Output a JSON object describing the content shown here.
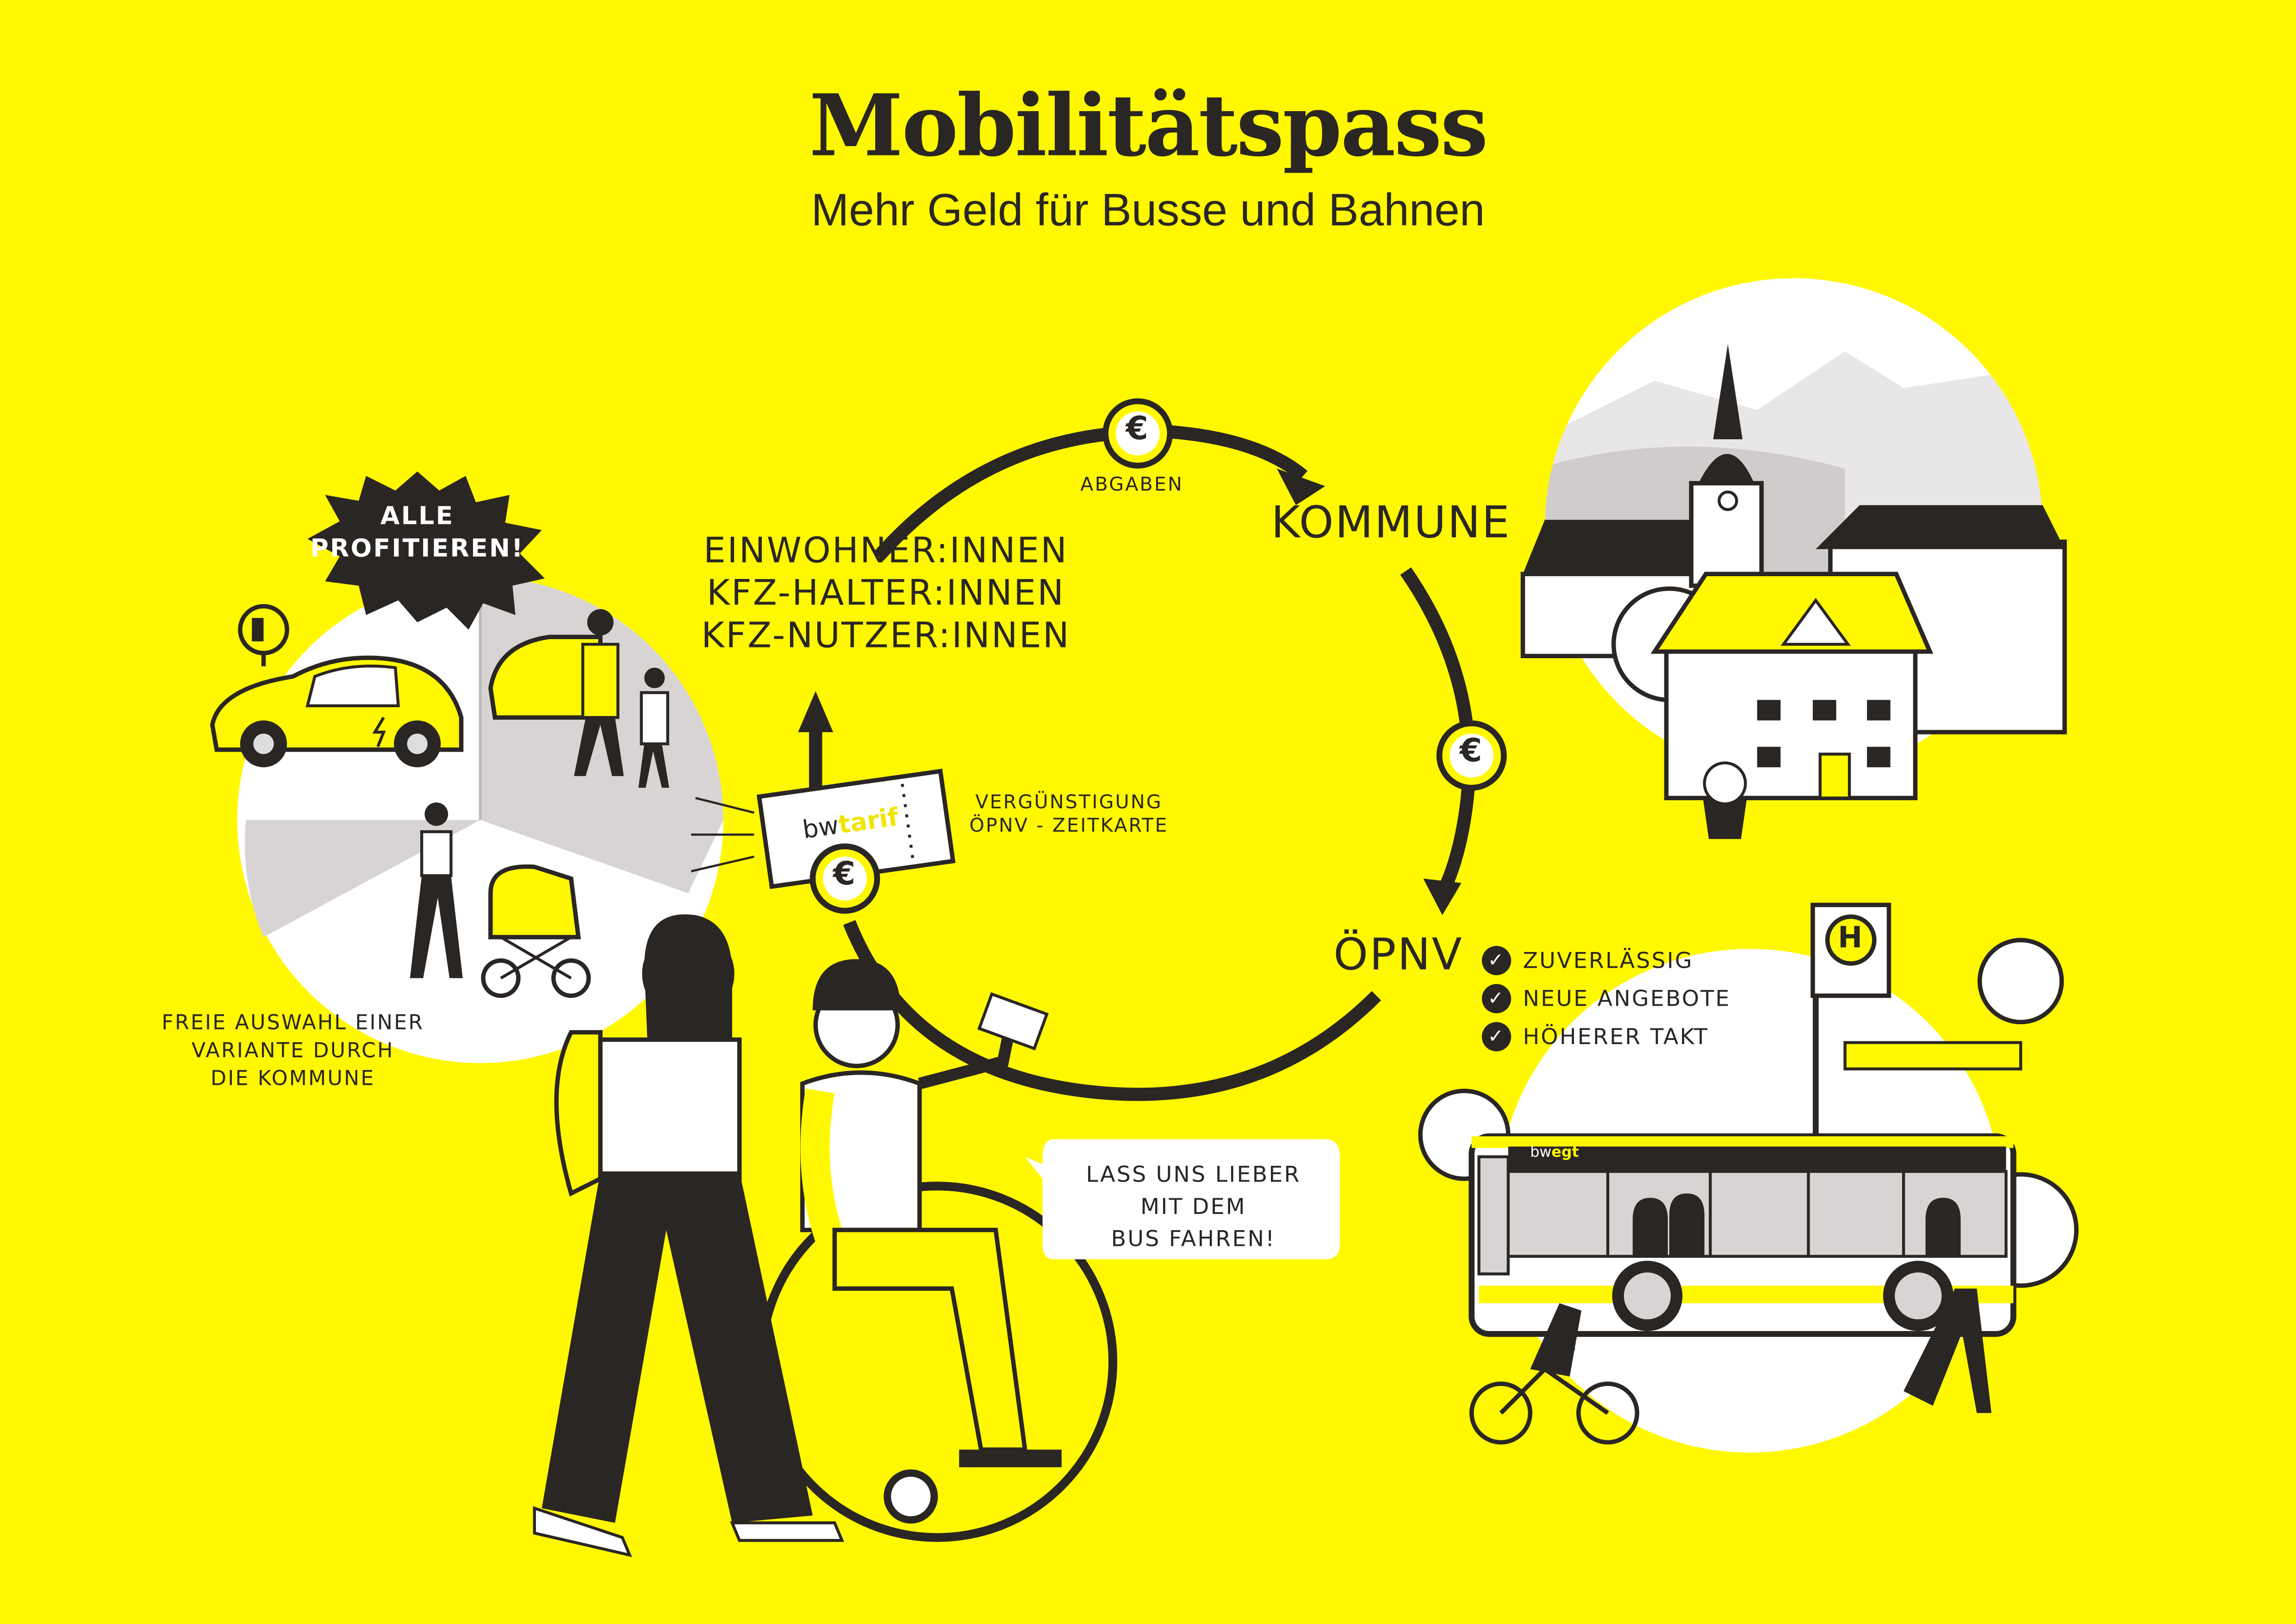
{
  "header": {
    "title": "Mobilitätspass",
    "subtitle": "Mehr Geld für Busse und Bahnen"
  },
  "cycle": {
    "payers": [
      "EINWOHNER:INNEN",
      "KFZ-HALTER:INNEN",
      "KFZ-NUTZER:INNEN"
    ],
    "levy_label": "ABGABEN",
    "municipality_label": "KOMMUNE",
    "transit_label": "ÖPNV",
    "ticket_label_line1": "VERGÜNSTIGUNG",
    "ticket_label_line2": "ÖPNV - ZEITKARTE",
    "currency_symbol": "€"
  },
  "ticket": {
    "brand_black": "bw",
    "brand_yellow": "tarif"
  },
  "benefits": [
    "ZUVERLÄSSIG",
    "NEUE ANGEBOTE",
    "HÖHERER TAKT"
  ],
  "left_panel": {
    "burst_line1": "ALLE",
    "burst_line2": "PROFITIEREN!",
    "caption": [
      "FREIE AUSWAHL EINER",
      "VARIANTE DURCH",
      "DIE KOMMUNE"
    ]
  },
  "speech_bubble": [
    "LASS UNS LIEBER",
    "MIT DEM",
    "BUS FAHREN!"
  ],
  "bus": {
    "brand_white": "bw",
    "brand_yellow": "egt",
    "stop_sign": "H"
  },
  "colors": {
    "background": "#FFF800",
    "ink": "#2A2624",
    "grey": "#D8D4D4",
    "white": "#FFFFFF"
  }
}
